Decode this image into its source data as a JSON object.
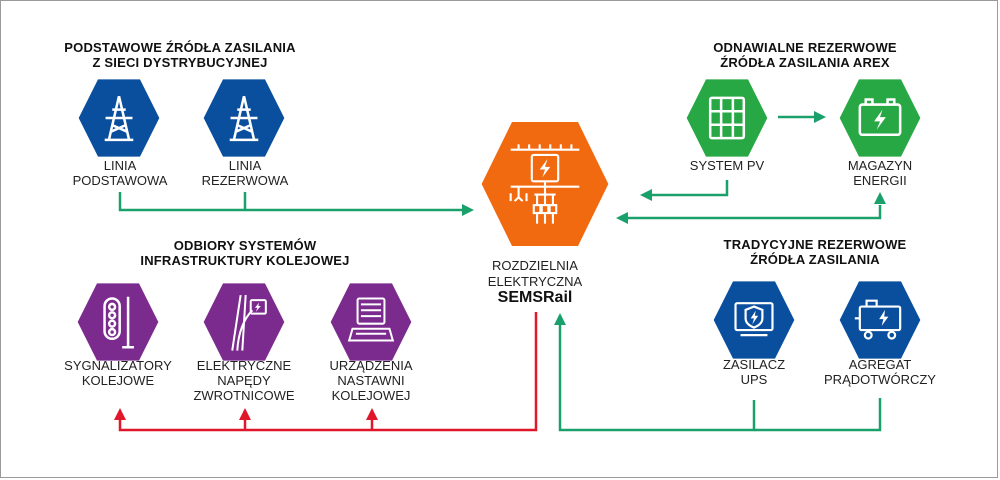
{
  "colors": {
    "blue": "#0a4f9e",
    "green": "#27a844",
    "purple": "#7b2a8e",
    "orange": "#f26a10",
    "arrow_green": "#1aa06a",
    "arrow_red": "#e0162b"
  },
  "groups": {
    "basic_supply": {
      "heading_line1": "PODSTAWOWE ŹRÓDŁA ZASILANIA",
      "heading_line2": "Z SIECI DYSTRYBUCYJNEJ"
    },
    "renewable": {
      "heading_line1": "ODNAWIALNE REZERWOWE",
      "heading_line2": "ŹRÓDŁA ZASILANIA AREX"
    },
    "consumers": {
      "heading_line1": "ODBIORY SYSTEMÓW",
      "heading_line2": "INFRASTRUKTURY KOLEJOWEJ"
    },
    "traditional": {
      "heading_line1": "TRADYCYJNE REZERWOWE",
      "heading_line2": "ŹRÓDŁA ZASILANIA"
    }
  },
  "nodes": {
    "linia_podstawowa": {
      "line1": "LINIA",
      "line2": "PODSTAWOWA",
      "icon": "power-tower-icon"
    },
    "linia_rezerwowa": {
      "line1": "LINIA",
      "line2": "REZERWOWA",
      "icon": "power-tower-icon"
    },
    "system_pv": {
      "line1": "SYSTEM PV",
      "icon": "solar-panel-icon"
    },
    "magazyn_energii": {
      "line1": "MAGAZYN",
      "line2": "ENERGII",
      "icon": "battery-icon"
    },
    "sygnalizatory": {
      "line1": "SYGNALIZATORY",
      "line2": "KOLEJOWE",
      "icon": "railway-signal-icon"
    },
    "napedy": {
      "line1": "ELEKTRYCZNE",
      "line2": "NAPĘDY",
      "line3": "ZWROTNICOWE",
      "icon": "rail-switch-icon"
    },
    "urzadzenia": {
      "line1": "URZĄDZENIA",
      "line2": "NASTAWNI",
      "line3": "KOLEJOWEJ",
      "icon": "control-rack-icon"
    },
    "zasilacz_ups": {
      "line1": "ZASILACZ",
      "line2": "UPS",
      "icon": "ups-icon"
    },
    "agregat": {
      "line1": "AGREGAT",
      "line2": "PRĄDOTWÓRCZY",
      "icon": "generator-icon"
    }
  },
  "center": {
    "line1": "ROZDZIELNIA",
    "line2": "ELEKTRYCZNA",
    "brand": "SEMSRail",
    "icon": "switchboard-icon"
  }
}
